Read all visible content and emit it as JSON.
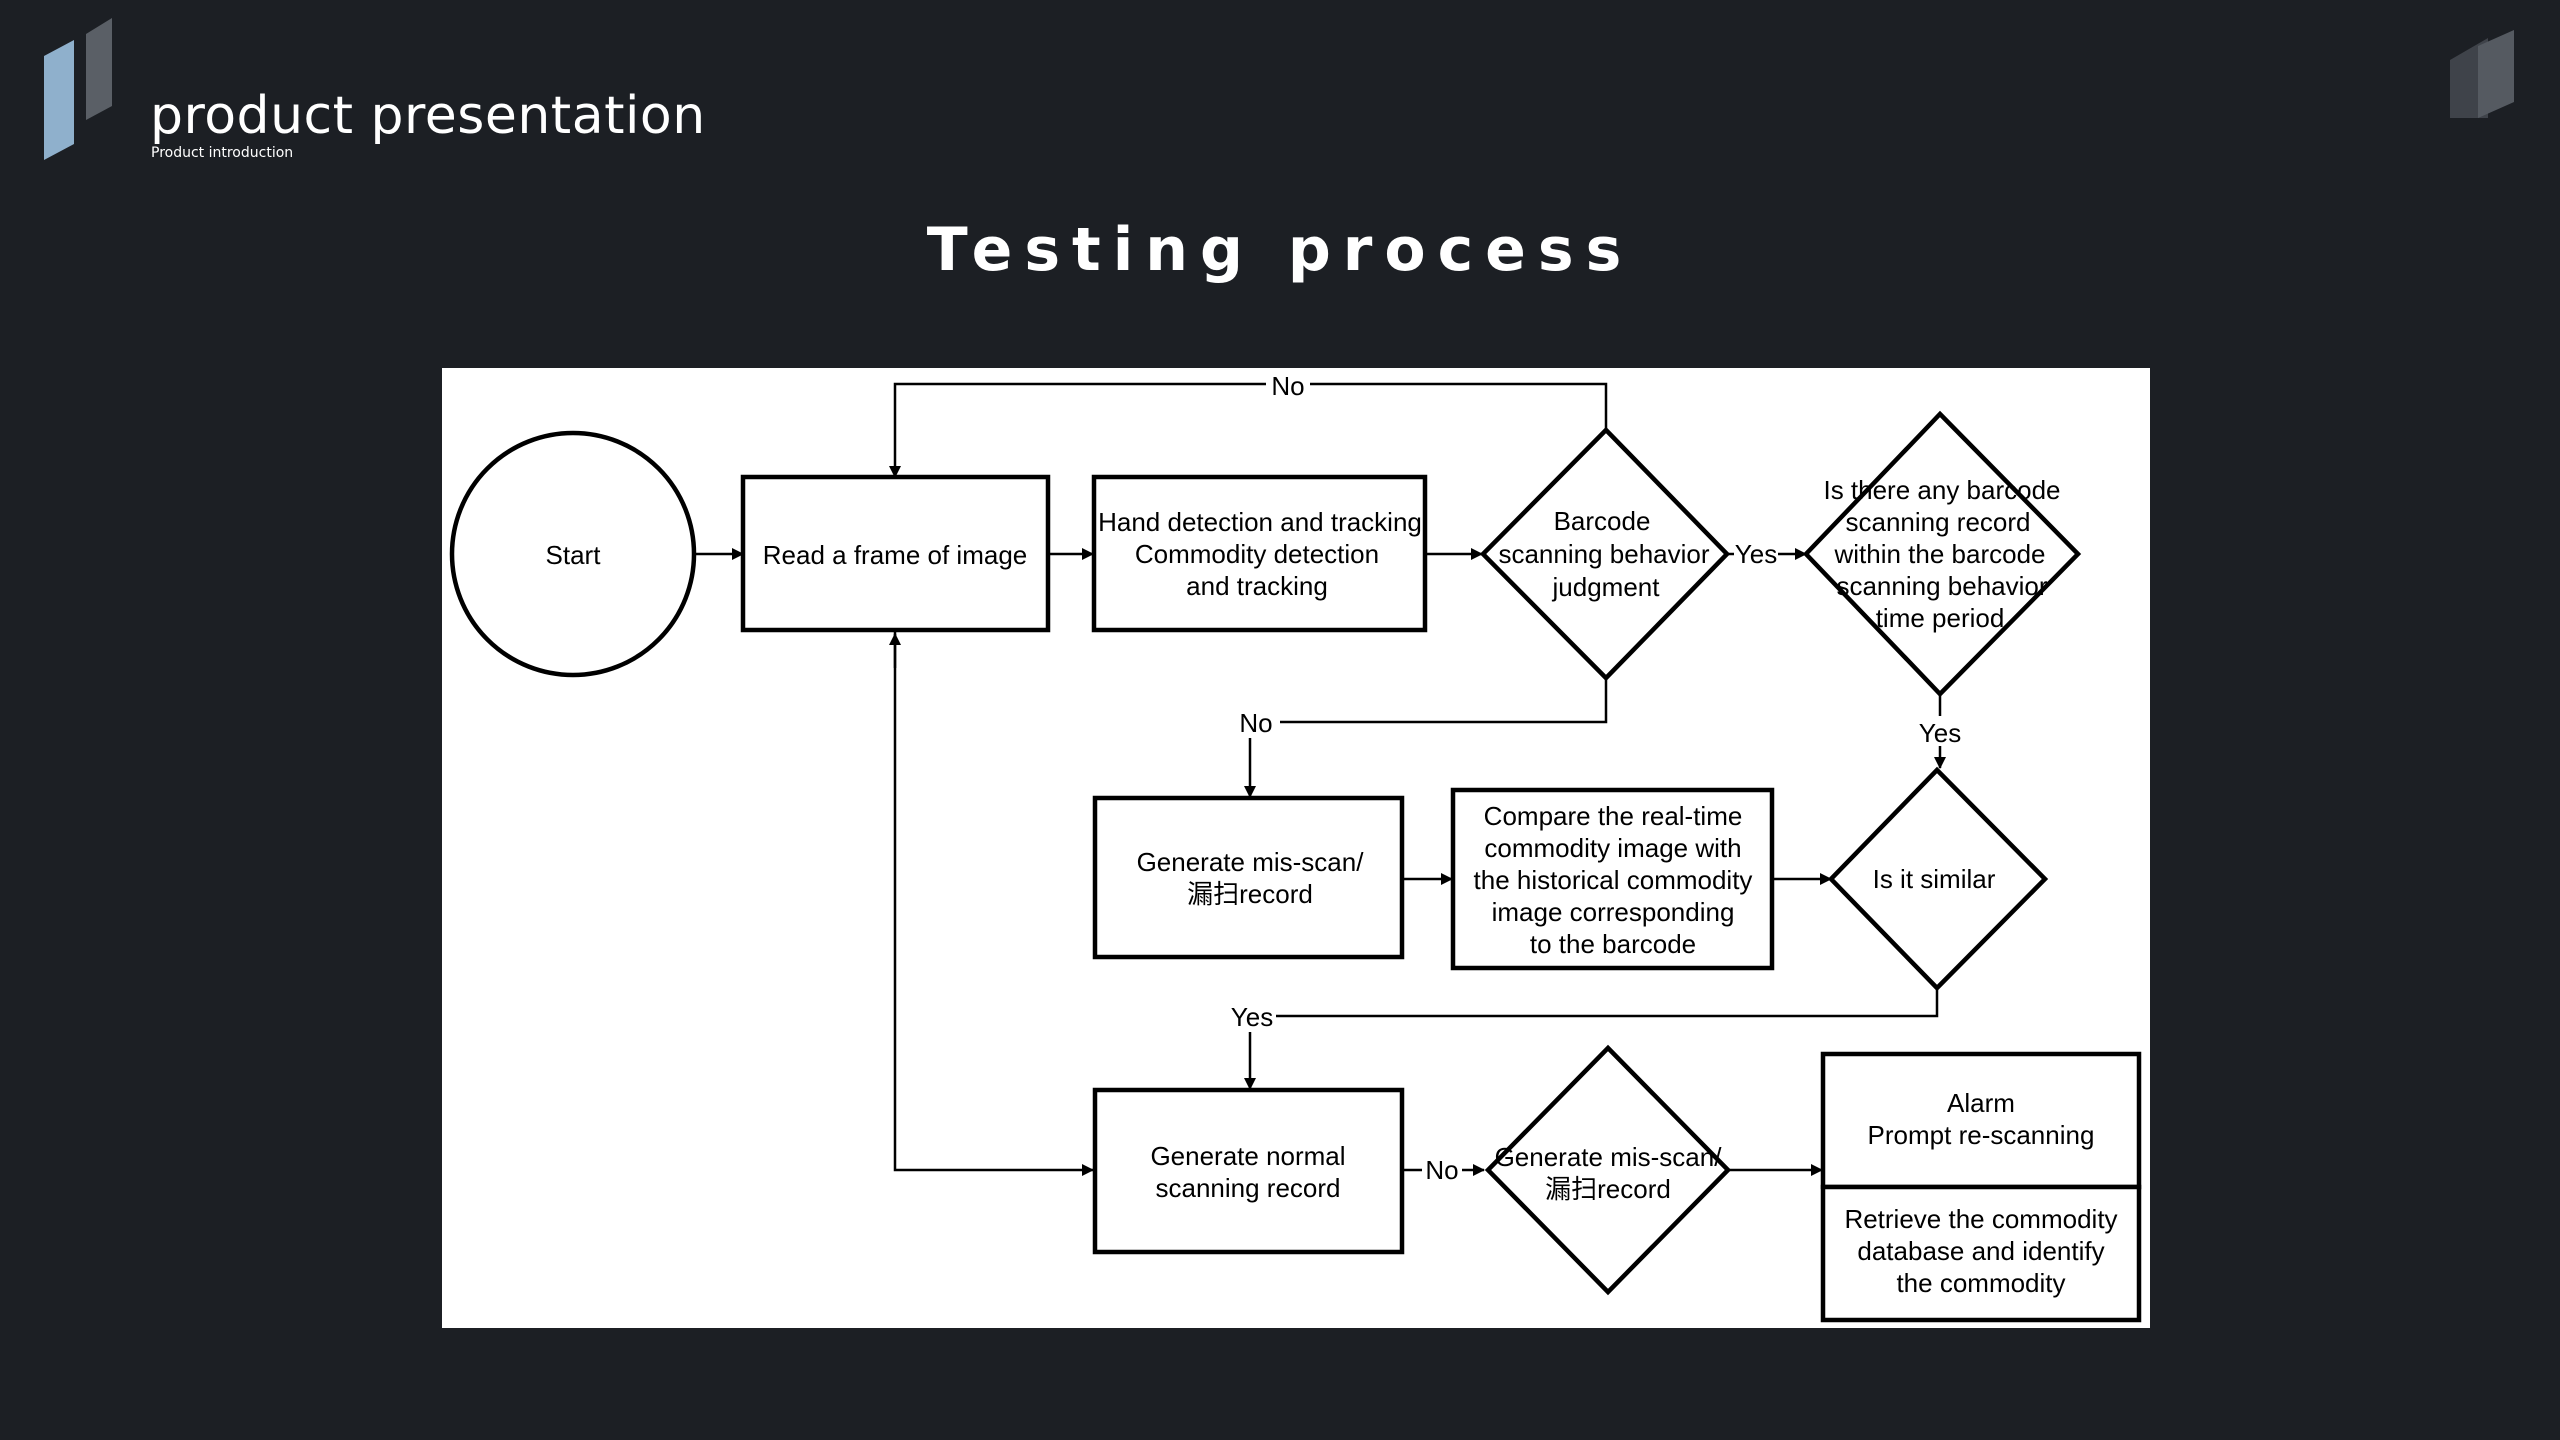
{
  "header": {
    "title": "product presentation",
    "subtitle": "Product introduction",
    "logo_left_icon": "parallelogram-logo-icon",
    "logo_right_icon": "parallelogram-logo-icon"
  },
  "slide": {
    "title": "Testing process"
  },
  "colors": {
    "background": "#1c1f24",
    "logo_accent": "#8fb0cc",
    "logo_gray": "#5a5f66",
    "diagram_background": "#ffffff",
    "stroke": "#000000"
  },
  "diagram": {
    "nodes": {
      "start": {
        "shape": "circle",
        "lines": [
          "Start"
        ]
      },
      "read_frame": {
        "shape": "rect",
        "lines": [
          "Read a frame of image"
        ]
      },
      "hand_detection": {
        "shape": "rect",
        "lines": [
          "Hand detection and tracking",
          "Commodity detection",
          "and tracking"
        ]
      },
      "barcode_judgment": {
        "shape": "diamond",
        "lines": [
          "Barcode",
          "scanning behavior",
          "judgment"
        ]
      },
      "record_within": {
        "shape": "diamond",
        "lines": [
          "Is there any barcode",
          "scanning record",
          "within the barcode",
          "scanning behavior",
          "time period"
        ]
      },
      "mis_scan_record": {
        "shape": "rect",
        "lines": [
          "Generate mis-scan/",
          "漏扫record"
        ]
      },
      "compare_images": {
        "shape": "rect",
        "lines": [
          "Compare the real-time",
          "commodity image with",
          "the historical commodity",
          "image corresponding",
          "to the barcode"
        ]
      },
      "is_similar": {
        "shape": "diamond",
        "lines": [
          "Is it similar"
        ]
      },
      "normal_record": {
        "shape": "rect",
        "lines": [
          "Generate normal",
          "scanning record"
        ]
      },
      "mis_scan_diamond": {
        "shape": "diamond",
        "lines": [
          "Generate mis-scan/",
          "漏扫record"
        ]
      },
      "alarm": {
        "shape": "rect",
        "lines": [
          "Alarm",
          "Prompt re-scanning"
        ]
      },
      "retrieve": {
        "shape": "rect",
        "lines": [
          "Retrieve the commodity",
          "database and identify",
          "the commodity"
        ]
      }
    },
    "edges": [
      {
        "from": "start",
        "to": "read_frame",
        "label": ""
      },
      {
        "from": "read_frame",
        "to": "hand_detection",
        "label": ""
      },
      {
        "from": "hand_detection",
        "to": "barcode_judgment",
        "label": ""
      },
      {
        "from": "barcode_judgment",
        "to": "record_within",
        "label": "Yes"
      },
      {
        "from": "barcode_judgment",
        "to": "read_frame",
        "label": "No"
      },
      {
        "from": "barcode_judgment",
        "to": "mis_scan_record",
        "label": "No"
      },
      {
        "from": "record_within",
        "to": "is_similar",
        "label": "Yes"
      },
      {
        "from": "mis_scan_record",
        "to": "compare_images",
        "label": ""
      },
      {
        "from": "compare_images",
        "to": "is_similar",
        "label": ""
      },
      {
        "from": "is_similar",
        "to": "normal_record",
        "label": "Yes"
      },
      {
        "from": "read_frame",
        "to": "normal_record",
        "label": ""
      },
      {
        "from": "normal_record",
        "to": "mis_scan_diamond",
        "label": "No"
      },
      {
        "from": "mis_scan_diamond",
        "to": "alarm",
        "label": ""
      }
    ]
  }
}
